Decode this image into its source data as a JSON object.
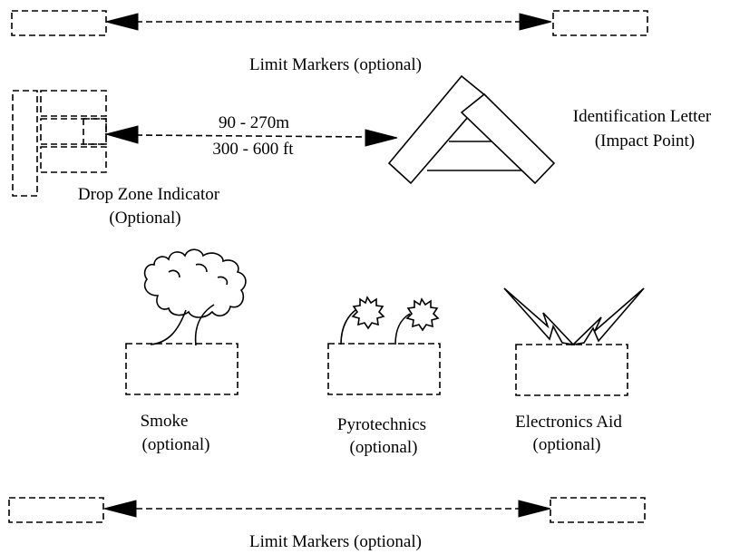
{
  "labels": {
    "limit_markers_top": "Limit Markers (optional)",
    "limit_markers_bottom": "Limit Markers (optional)",
    "distance_metric": "90 - 270m",
    "distance_feet": "300 - 600 ft",
    "identification_line1": "Identification Letter",
    "identification_line2": "(Impact Point)",
    "drop_zone_line1": "Drop Zone Indicator",
    "drop_zone_line2": "(Optional)",
    "smoke_line1": "Smoke",
    "smoke_line2": "(optional)",
    "pyro_line1": "Pyrotechnics",
    "pyro_line2": "(optional)",
    "electronics_line1": "Electronics Aid",
    "electronics_line2": "(optional)"
  }
}
